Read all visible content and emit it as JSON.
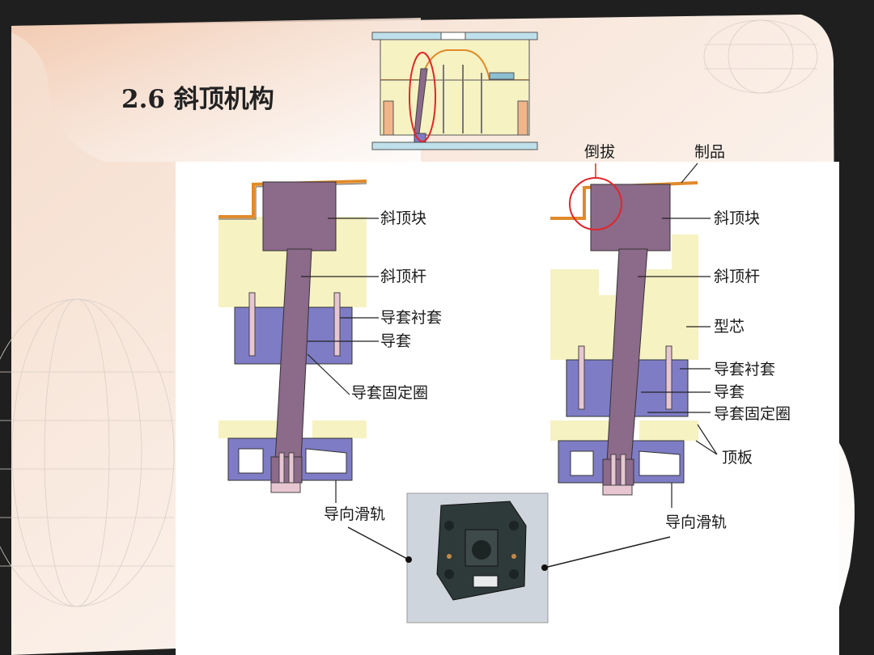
{
  "slide": {
    "title": "2.6 斜顶机构",
    "colors": {
      "frame": "#1f1f1f",
      "slide_bg": "#ffffff",
      "plate_yellow": "#f6f2c2",
      "lifter_purple": "#8c6a8a",
      "bushing_blue": "#7f7cc6",
      "part_orange": "#e08a2a",
      "highlight_red": "#e0262a",
      "pin_pink": "#e7c6d2"
    }
  },
  "left_diagram": {
    "labels": [
      "斜顶块",
      "斜顶杆",
      "导套衬套",
      "导套",
      "导套固定圈",
      "导向滑轨"
    ]
  },
  "right_diagram": {
    "labels": [
      "倒拔",
      "制品",
      "斜顶块",
      "斜顶杆",
      "型芯",
      "导套衬套",
      "导套",
      "导套固定圈",
      "顶板",
      "导向滑轨"
    ]
  },
  "overview_diagram": {
    "icon": "mold-assembly-icon"
  },
  "photo": {
    "icon": "guide-rail-photo-icon"
  }
}
